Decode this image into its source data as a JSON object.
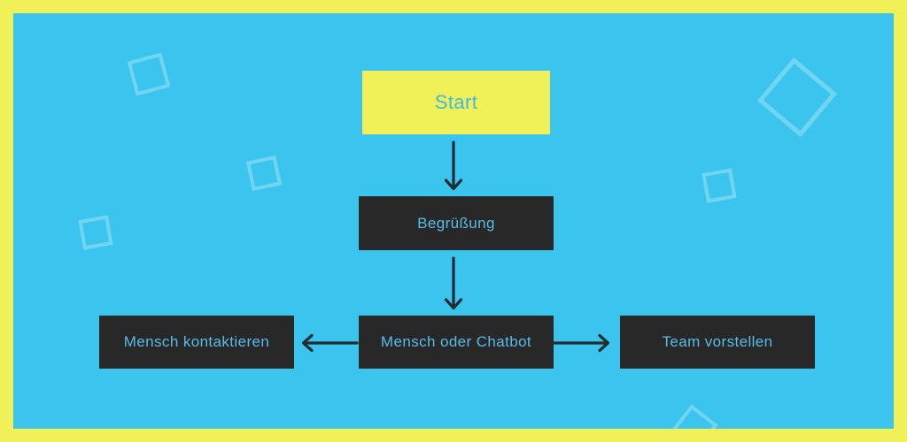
{
  "diagram": {
    "type": "flowchart",
    "nodes": {
      "start": {
        "label": "Start",
        "role": "start",
        "style": "yellow"
      },
      "begruessung": {
        "label": "Begrüßung",
        "role": "step",
        "style": "dark"
      },
      "mensch_oder_chatbot": {
        "label": "Mensch oder Chatbot",
        "role": "decision",
        "style": "dark"
      },
      "mensch_kontaktieren": {
        "label": "Mensch kontaktieren",
        "role": "step",
        "style": "dark"
      },
      "team_vorstellen": {
        "label": "Team vorstellen",
        "role": "step",
        "style": "dark"
      }
    },
    "edges": [
      {
        "from": "start",
        "to": "begruessung",
        "direction": "down"
      },
      {
        "from": "begruessung",
        "to": "mensch_oder_chatbot",
        "direction": "down"
      },
      {
        "from": "mensch_oder_chatbot",
        "to": "mensch_kontaktieren",
        "direction": "left"
      },
      {
        "from": "mensch_oder_chatbot",
        "to": "team_vorstellen",
        "direction": "right"
      }
    ]
  },
  "colors": {
    "frame_yellow": "#f0f059",
    "canvas_cyan": "#3bc5ee",
    "node_dark": "#282828",
    "node_text_blue": "#59bbe8",
    "start_text_cyan": "#41b8df",
    "arrow_dark": "#212c32",
    "deco_square_outline": "rgba(255,255,255,0.28)"
  }
}
